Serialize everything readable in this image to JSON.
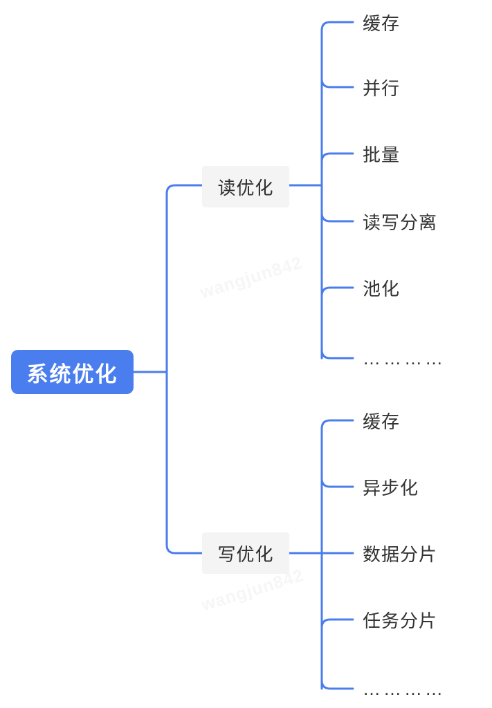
{
  "diagram": {
    "type": "mind-map",
    "title": "系统优化",
    "background_color": "#ffffff",
    "accent_color": "#4a7ded",
    "branch_node_color": "#f4f4f4",
    "watermark": "wangjun842",
    "root": {
      "label": "系统优化"
    },
    "branches": [
      {
        "id": "read",
        "label": "读优化",
        "leaves": [
          {
            "label": "缓存"
          },
          {
            "label": "并行"
          },
          {
            "label": "批量"
          },
          {
            "label": "读写分离"
          },
          {
            "label": "池化"
          },
          {
            "label": "…………"
          }
        ]
      },
      {
        "id": "write",
        "label": "写优化",
        "leaves": [
          {
            "label": "缓存"
          },
          {
            "label": "异步化"
          },
          {
            "label": "数据分片"
          },
          {
            "label": "任务分片"
          },
          {
            "label": "…………"
          }
        ]
      }
    ]
  }
}
